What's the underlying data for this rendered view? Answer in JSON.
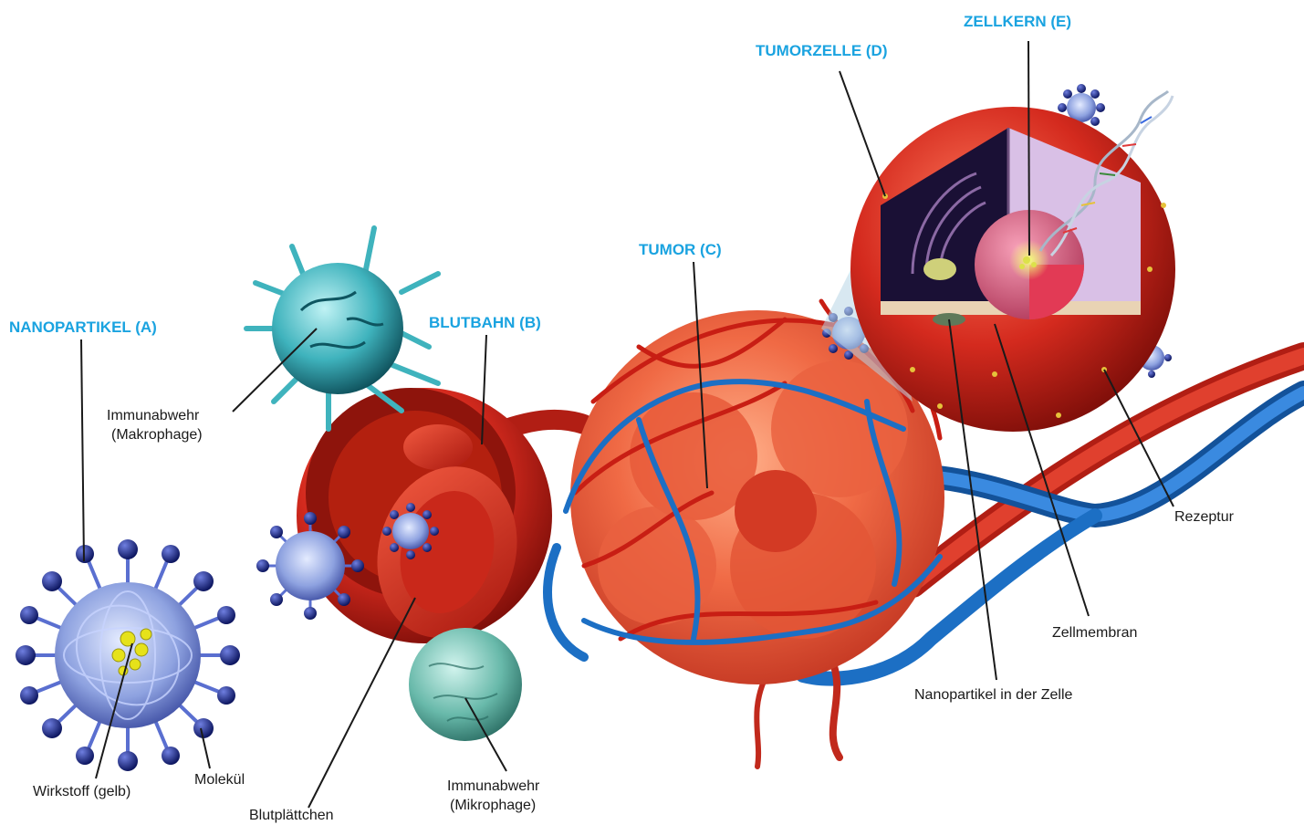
{
  "colors": {
    "heading": "#1aa3e0",
    "label": "#1a1a1a",
    "artery": "#d42a1e",
    "vein": "#1c6fc4",
    "nanoparticle": "#1d2a8a",
    "macrophage": "#3fb3bd",
    "drug": "#e6e21a"
  },
  "headings": {
    "nanopartikel": "NANOPARTIKEL (A)",
    "blutbahn": "BLUTBAHN (B)",
    "tumor": "TUMOR (C)",
    "tumorzelle": "TUMORZELLE (D)",
    "zellkern": "ZELLKERN (E)"
  },
  "labels": {
    "makrophage_1": "Immunabwehr",
    "makrophage_2": "(Makrophage)",
    "mikrophage_1": "Immunabwehr",
    "mikrophage_2": "(Mikrophage)",
    "wirkstoff": "Wirkstoff (gelb)",
    "molekuel": "Molekül",
    "blutplaettchen": "Blutplättchen",
    "rezeptur": "Rezeptur",
    "zellmembran": "Zellmembran",
    "nano_zelle": "Nanopartikel in der Zelle"
  }
}
